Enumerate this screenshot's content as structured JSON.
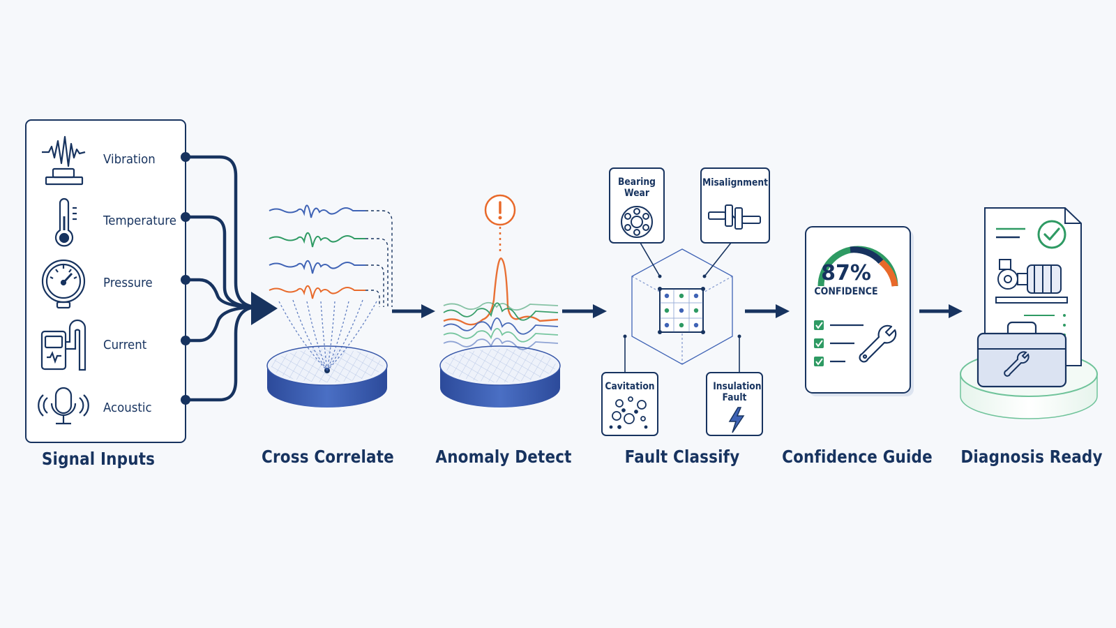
{
  "signal_inputs": {
    "title": "Signal Inputs",
    "items": [
      {
        "label": "Vibration",
        "icon": "vibration-sensor-icon"
      },
      {
        "label": "Temperature",
        "icon": "thermometer-icon"
      },
      {
        "label": "Pressure",
        "icon": "pressure-gauge-icon"
      },
      {
        "label": "Current",
        "icon": "current-clamp-icon"
      },
      {
        "label": "Acoustic",
        "icon": "microphone-icon"
      }
    ]
  },
  "stages": [
    {
      "label": "Cross Correlate"
    },
    {
      "label": "Anomaly Detect"
    },
    {
      "label": "Fault Classify"
    },
    {
      "label": "Confidence Guide"
    },
    {
      "label": "Diagnosis Ready"
    }
  ],
  "faults": {
    "bearing_wear": "Bearing Wear",
    "misalignment": "Misalignment",
    "cavitation": "Cavitation",
    "insulation_fault": "Insulation Fault"
  },
  "confidence": {
    "value_text": "87%",
    "value": 0.87,
    "caption": "CONFIDENCE",
    "checklist_items_checked": 3
  },
  "colors": {
    "navy": "#17335f",
    "blue": "#3f63b5",
    "green": "#2e9a63",
    "orange": "#e8692a",
    "platform_blue": "#3656a8",
    "platform_green": "#6fc39a"
  }
}
